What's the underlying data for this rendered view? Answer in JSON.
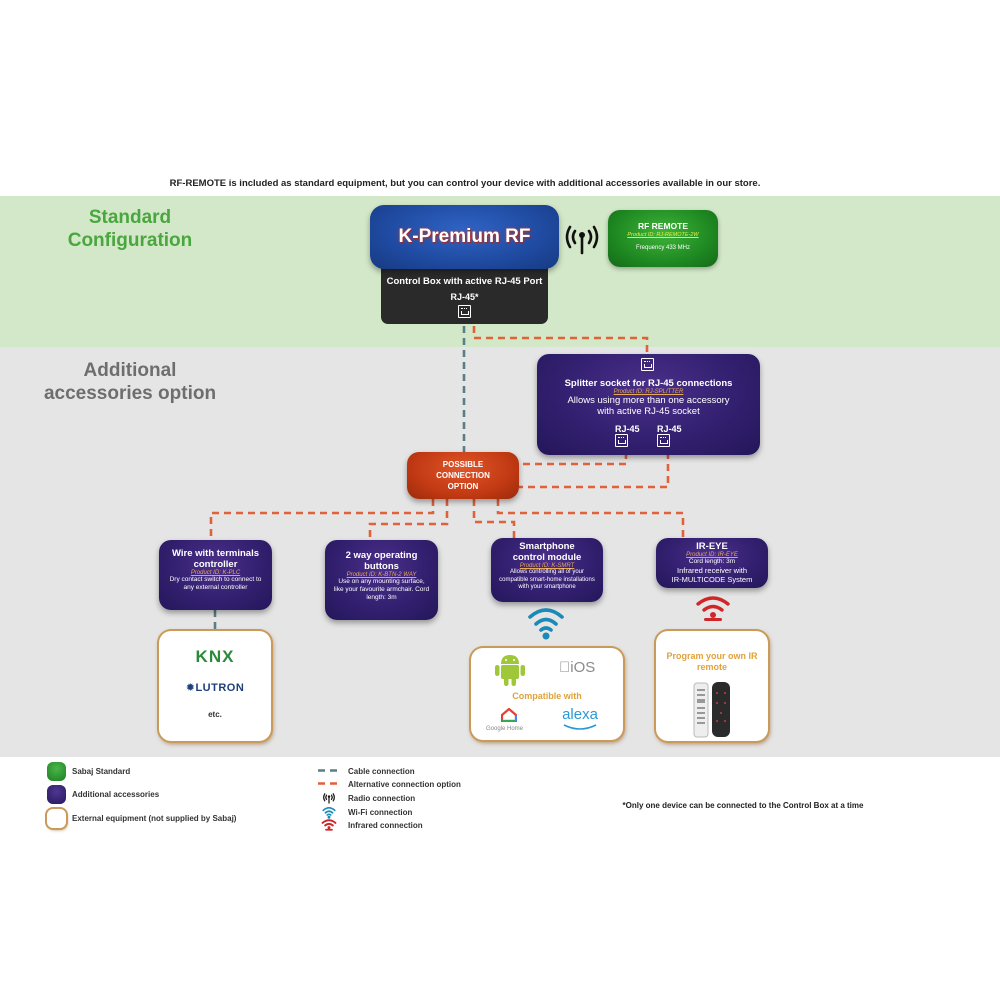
{
  "intro_text": "RF-REMOTE is included as standard equipment, but you can control your device with additional accessories available in our store.",
  "sections": {
    "standard": "Standard Configuration",
    "additional": "Additional accessories option"
  },
  "colors": {
    "standard_band": "#d3e8c8",
    "additional_band": "#e5e5e5",
    "standard_title": "#4aa63e",
    "additional_title": "#6e6e6e",
    "cable_line": "#5b7d86",
    "alt_line": "#e0623a",
    "wifi": "#1b8ab8",
    "infrared": "#d0262a"
  },
  "main_device": {
    "name": "K-Premium RF",
    "control_box": "Control Box with active RJ-45 Port",
    "port_label": "RJ-45*",
    "port_icon": "rj45-port-icon"
  },
  "rf_remote": {
    "title": "RF REMOTE",
    "product_id": "Product ID: RJ-REMOTE-2W",
    "frequency": "Frequency 433 MHz",
    "link_icon": "radio-antenna-icon"
  },
  "splitter": {
    "title": "Splitter socket for RJ-45 connections",
    "product_id": "Product ID: RJ-SPLITTER",
    "description": "Allows using more than one accessory with active RJ-45 socket",
    "ports": [
      "RJ-45",
      "RJ-45"
    ]
  },
  "hub": {
    "label": "POSSIBLE CONNECTION OPTION"
  },
  "accessories": [
    {
      "title": "Wire with terminals controller",
      "product_id": "Product ID: K-PLC",
      "description": "Dry contact switch to connect to any external controller"
    },
    {
      "title": "2 way operating buttons",
      "product_id": "Product ID: K-BTN-2 WAY",
      "description": "Use on any mounting surface, like your favourite armchair. Cord length: 3m"
    },
    {
      "title": "Smartphone control module",
      "product_id": "Product ID: K-SMRT",
      "description": "Allows controlling all of your compatible smart-home installations with your smartphone"
    },
    {
      "title": "IR-EYE",
      "product_id": "Product ID: IR-EYE",
      "description_lines": [
        "Cord length: 3m",
        "Infrared receiver with",
        "IR-MULTICODE System"
      ]
    }
  ],
  "external": {
    "wire": {
      "brands": [
        "KNX",
        "LUTRON"
      ],
      "etc": "etc."
    },
    "smart": {
      "compatible_label": "Compatible with",
      "platforms": [
        "Android",
        "iOS",
        "Google Home",
        "alexa"
      ]
    },
    "ir": {
      "title": "Program your own IR remote"
    }
  },
  "legend": {
    "swatches": [
      {
        "label": "Sabaj Standard",
        "color": "#2f9a32"
      },
      {
        "label": "Additional accessories",
        "color": "#3b2775"
      },
      {
        "label": "External equipment (not supplied by Sabaj)",
        "color": "#ffffff"
      }
    ],
    "lines": [
      {
        "label": "Cable connection",
        "icon": "cable-dash-icon"
      },
      {
        "label": "Alternative connection option",
        "icon": "alt-dash-icon"
      },
      {
        "label": "Radio connection",
        "icon": "radio-antenna-icon"
      },
      {
        "label": "Wi-Fi connection",
        "icon": "wifi-icon"
      },
      {
        "label": "Infrared connection",
        "icon": "infrared-icon"
      }
    ]
  },
  "footnote": "*Only one device can be connected to the Control Box at a time"
}
